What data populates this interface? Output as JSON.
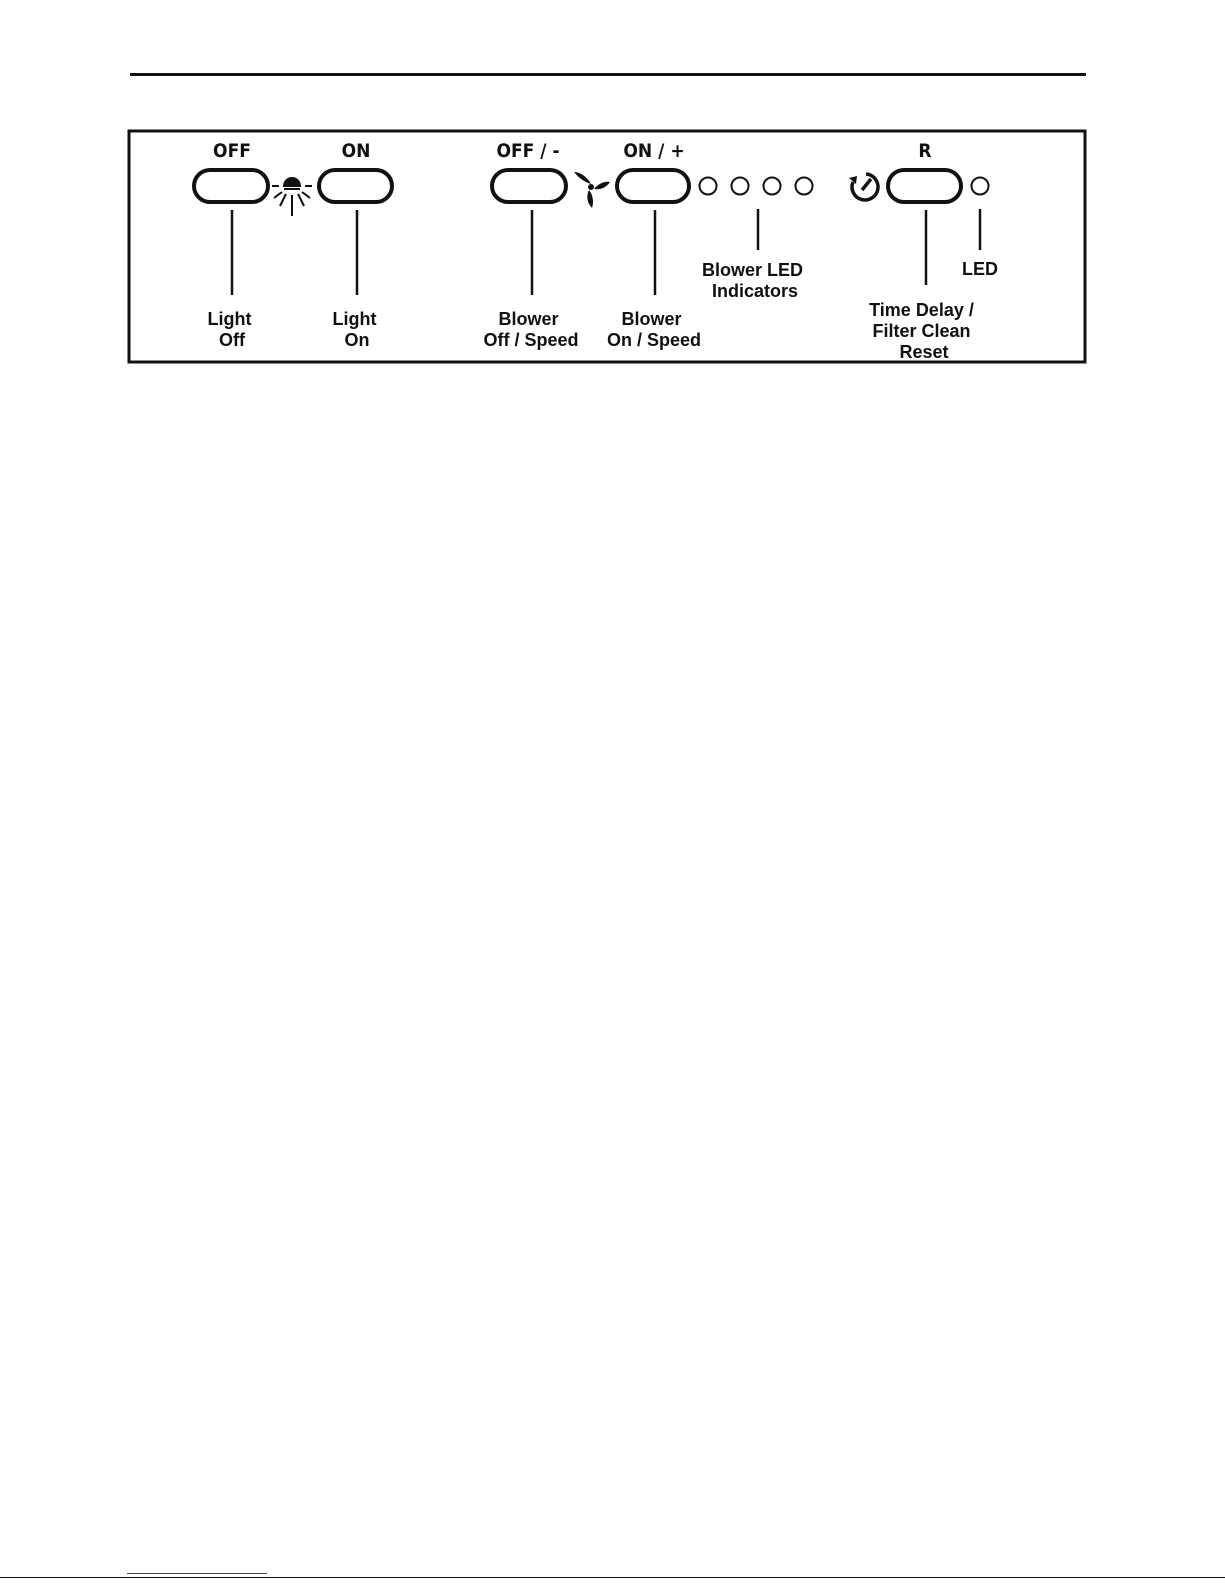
{
  "panel": {
    "colors": {
      "ink": "#111111",
      "background": "#ffffff",
      "link_underline": "#2a3cc8"
    },
    "buttons": [
      {
        "id": "light-off",
        "label": "OFF",
        "callout": [
          "Light",
          "Off"
        ]
      },
      {
        "id": "light-on",
        "label": "ON",
        "callout": [
          "Light",
          "On"
        ]
      },
      {
        "id": "blower-off",
        "label": "OFF / -",
        "callout": [
          "Blower",
          "Off / Speed"
        ]
      },
      {
        "id": "blower-on",
        "label": "ON / +",
        "callout": [
          "Blower",
          "On / Speed"
        ]
      },
      {
        "id": "reset",
        "label": "R",
        "callout": [
          "Time Delay /",
          "Filter Clean",
          "Reset"
        ]
      }
    ],
    "blower_leds": {
      "count": 4,
      "callout": [
        "Blower LED",
        "Indicators"
      ]
    },
    "reset_led": {
      "callout": "LED"
    },
    "icons": [
      "light-bulb-icon",
      "fan-icon",
      "timer-icon"
    ]
  }
}
